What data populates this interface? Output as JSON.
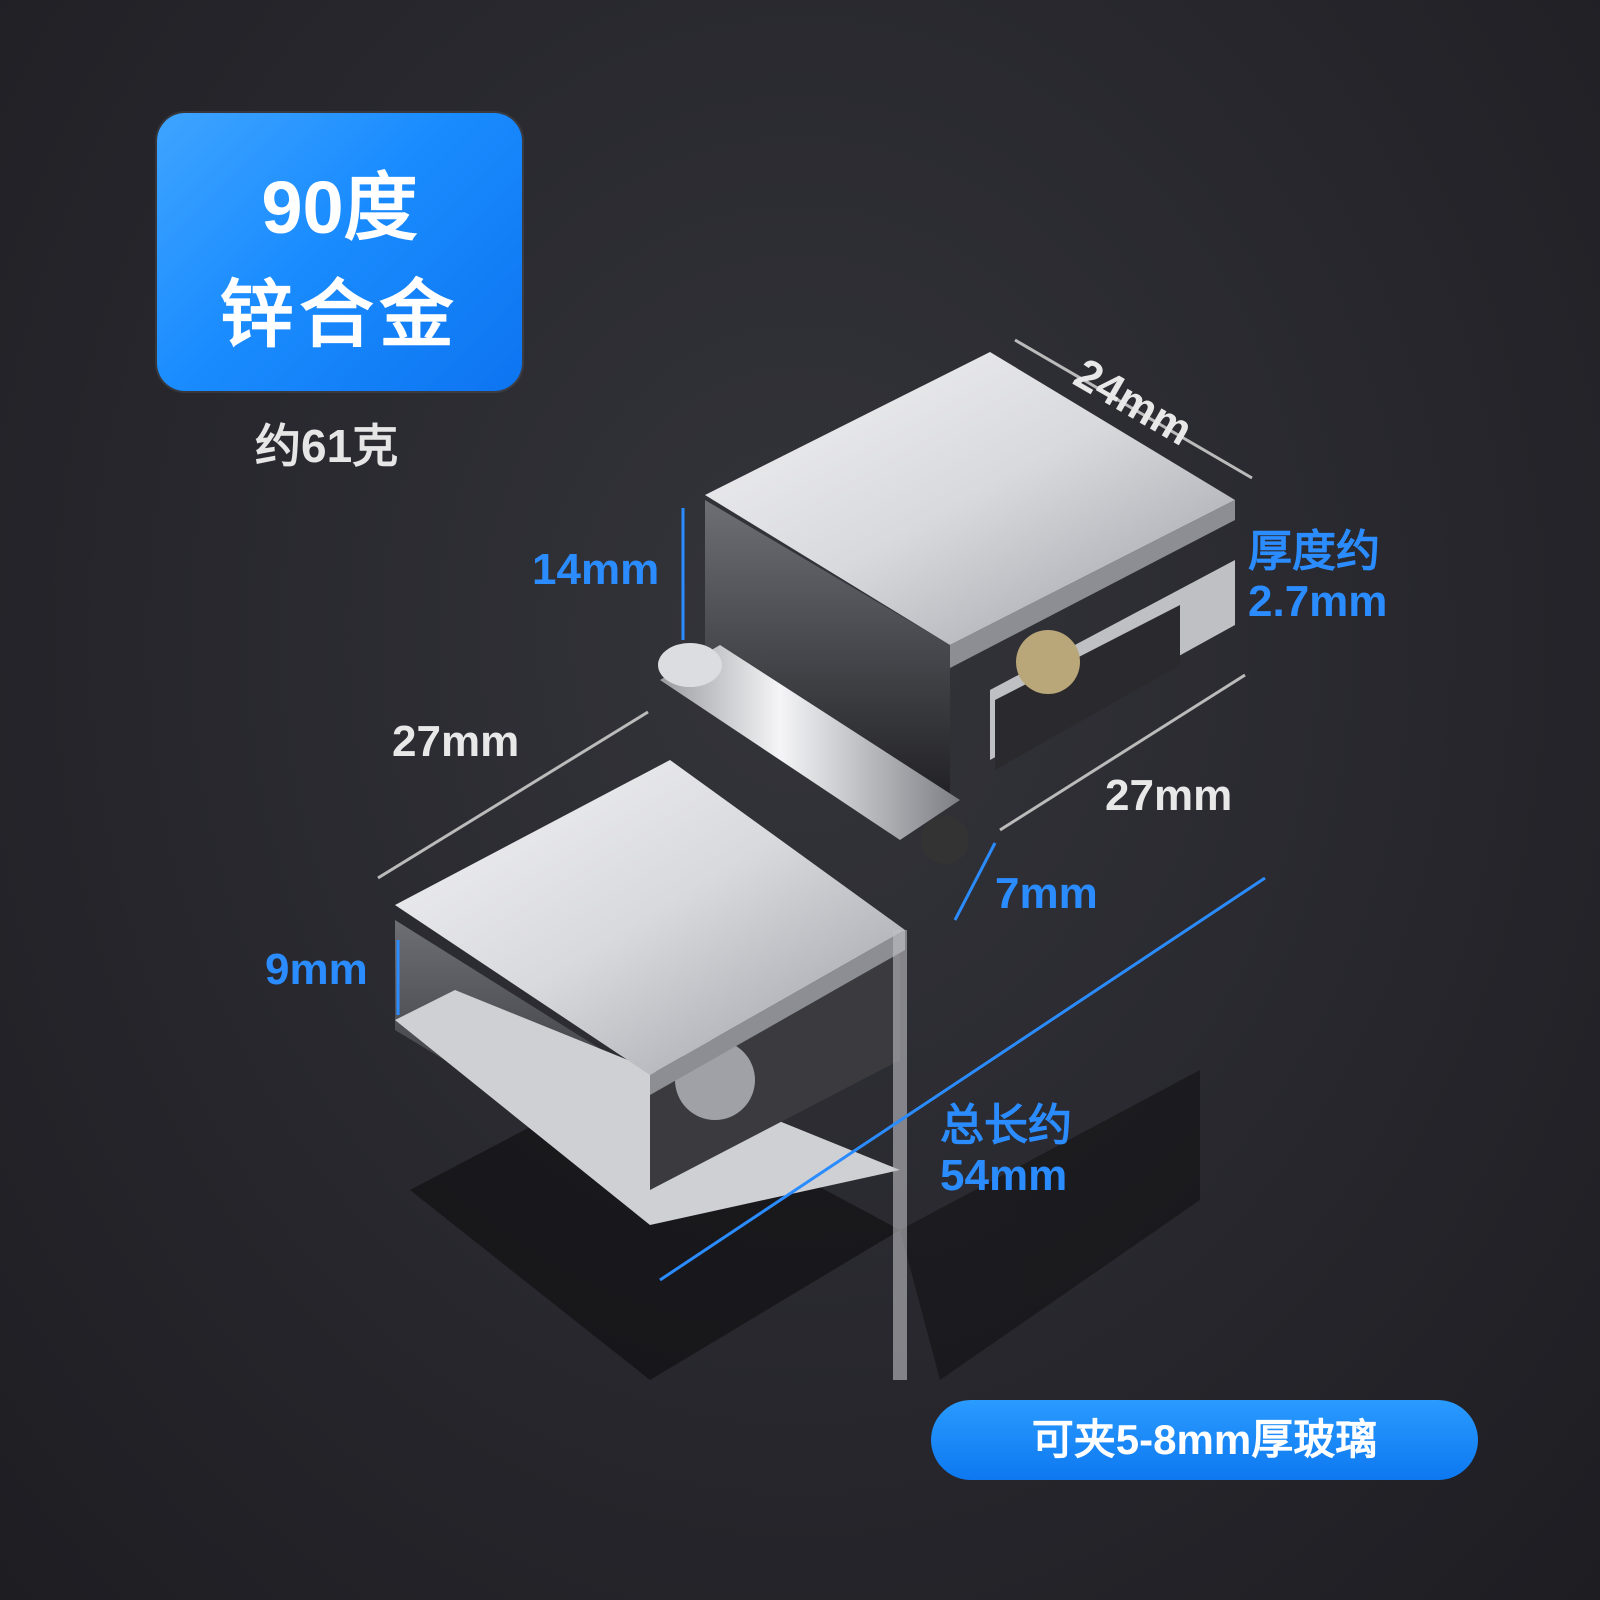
{
  "badge": {
    "line1": "90度",
    "line2": "锌合金",
    "color": "#1a8cff"
  },
  "weight": "约61克",
  "dimensions": {
    "top_width": "24mm",
    "thickness_label": "厚度约",
    "thickness_value": "2.7mm",
    "upper_height": "14mm",
    "left_length": "27mm",
    "right_length": "27mm",
    "pin_gap": "7mm",
    "lower_height": "9mm",
    "total_label": "总长约",
    "total_value": "54mm"
  },
  "footer_pill": "可夹5-8mm厚玻璃"
}
